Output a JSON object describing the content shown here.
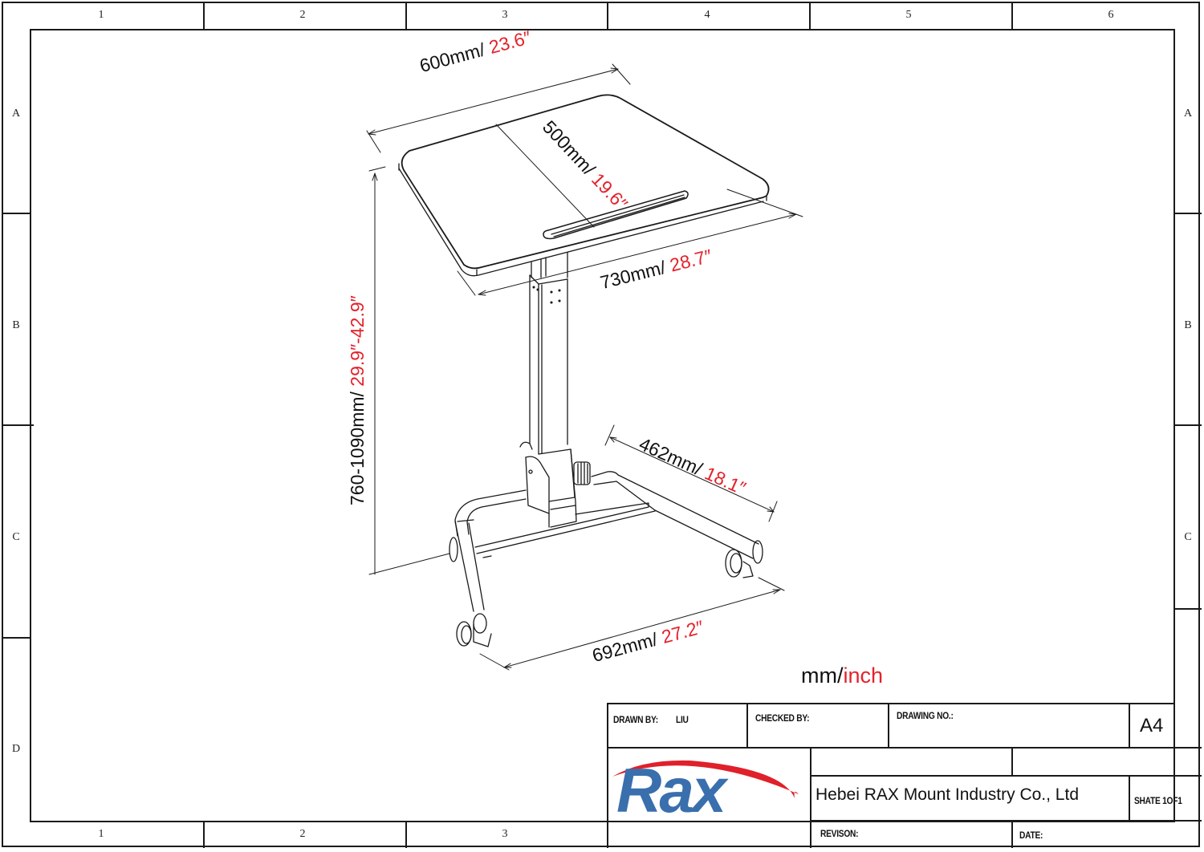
{
  "drawing_frame": {
    "column_labels": [
      "1",
      "2",
      "3",
      "4",
      "5",
      "6"
    ],
    "row_labels": [
      "A",
      "B",
      "C",
      "D"
    ],
    "bottom_column_labels": [
      "1",
      "2",
      "3"
    ]
  },
  "dimensions": {
    "width_top": {
      "mm": "600mm/",
      "inch": " 23.6″"
    },
    "depth_top": {
      "mm": "500mm/",
      "inch": " 19.6″"
    },
    "diagonal_top": {
      "mm": "730mm/",
      "inch": " 28.7″"
    },
    "height": {
      "mm": "760-1090mm/",
      "inch": " 29.9″-42.9″"
    },
    "base_depth": {
      "mm": "462mm/",
      "inch": " 18.1″"
    },
    "base_width": {
      "mm": "692mm/",
      "inch": " 27.2″"
    }
  },
  "units_legend": {
    "mm": "mm/",
    "inch": "inch"
  },
  "title_block": {
    "drawn_by_label": "DRAWN BY:",
    "drawn_by_value": "LIU",
    "checked_by_label": "CHECKED BY:",
    "drawing_no_label": "DRAWING NO.:",
    "paper_size": "A4",
    "company": "Hebei RAX Mount Industry Co., Ltd",
    "sheet": "SHATE 1OF1",
    "revision_label": "REVISON:",
    "date_label": "DATE:",
    "logo_text": "Rax"
  },
  "colors": {
    "line": "#1a1a1a",
    "dimension_red": "#e4222b",
    "logo_blue": "#3a6fad",
    "logo_red": "#e0202a"
  }
}
